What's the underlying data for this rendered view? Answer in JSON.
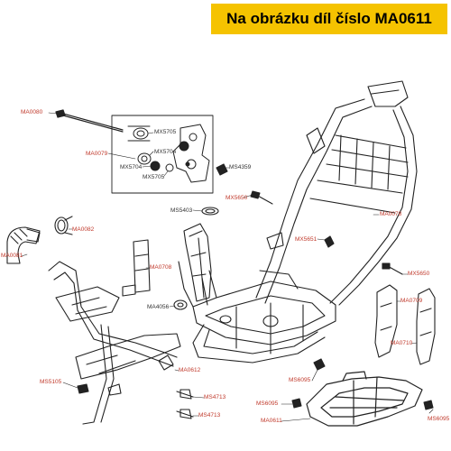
{
  "header": {
    "title": "Na obrázku díl číslo MA0611",
    "bg_color": "#f5c300"
  },
  "colors": {
    "part_label": "#c0392b",
    "sub_label": "#333333",
    "line": "#222222"
  },
  "labels": {
    "ma0080": "MA0080",
    "ma0079": "MA0079",
    "mx5705a": "MX5705",
    "mx5704a": "MX5704",
    "mx5704b": "MX5704",
    "mx5705b": "MX5705",
    "ms4359": "MS4359",
    "mx5650a": "MX5650",
    "ms5403": "MS5403",
    "ma0078": "MA0078",
    "ma0082": "MA0082",
    "ma0081": "MA0081",
    "mx5651": "MX5651",
    "ma0708": "MA0708",
    "mx5650b": "MX5650",
    "ma0709": "MA0709",
    "ma4056": "MA4056",
    "ma0710": "MA0710",
    "ma0612": "MA0612",
    "ms5105": "MS5105",
    "ms4713a": "MS4713",
    "ms6095a": "MS6095",
    "ms6095b": "MS6095",
    "ms4713b": "MS4713",
    "ms6095c": "MS6095",
    "ma0611": "MA0611"
  }
}
